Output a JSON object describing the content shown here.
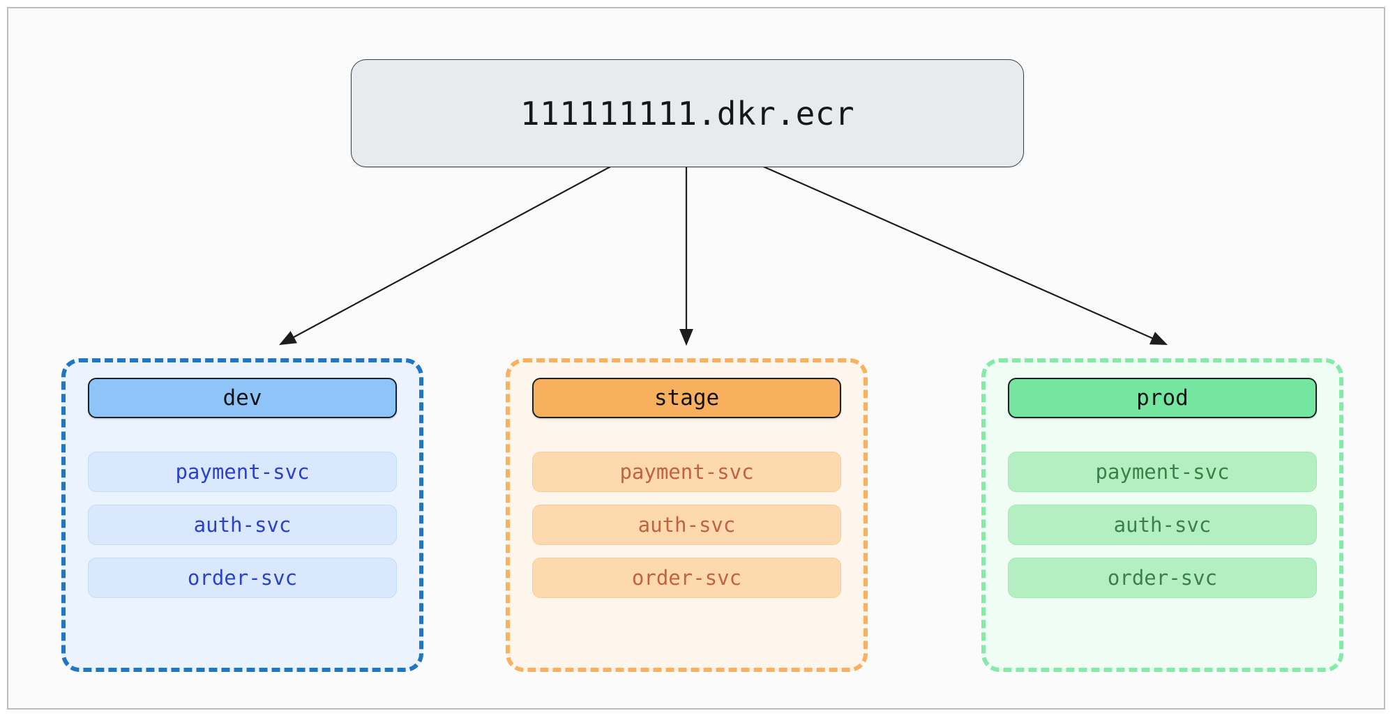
{
  "canvas": {
    "background_color": "#fbfbfb",
    "border_color": "#b9bcc2"
  },
  "root": {
    "label": "111111111.dkr.ecr",
    "fill_color": "#e7ebee",
    "border_color": "#3a3f44",
    "text_color": "#15171a"
  },
  "edges": [
    {
      "name": "edge-root-to-dev",
      "from": "root",
      "to": "dev",
      "arrow": true,
      "color": "#1d1d1d"
    },
    {
      "name": "edge-root-to-stage",
      "from": "root",
      "to": "stage",
      "arrow": true,
      "color": "#1d1d1d"
    },
    {
      "name": "edge-root-to-prod",
      "from": "root",
      "to": "prod",
      "arrow": true,
      "color": "#1d1d1d"
    }
  ],
  "clusters": [
    {
      "id": "dev",
      "header": "dev",
      "border_color": "#1f76c2",
      "fill_color": "#eaf3fe",
      "header_fill": "#8fc4f8",
      "chip_fill": "#d9e8fc",
      "chip_text_color": "#2b3fd0",
      "services": [
        "payment-svc",
        "auth-svc",
        "order-svc"
      ]
    },
    {
      "id": "stage",
      "header": "stage",
      "border_color": "#f8b25f",
      "fill_color": "#fef6ec",
      "header_fill": "#f9b05e",
      "chip_fill": "#fcd9ae",
      "chip_text_color": "#c4623f",
      "services": [
        "payment-svc",
        "auth-svc",
        "order-svc"
      ]
    },
    {
      "id": "prod",
      "header": "prod",
      "border_color": "#84eaa7",
      "fill_color": "#f0fdf4",
      "header_fill": "#75e6a0",
      "chip_fill": "#b4efc2",
      "chip_text_color": "#3b8049",
      "services": [
        "payment-svc",
        "auth-svc",
        "order-svc"
      ]
    }
  ]
}
